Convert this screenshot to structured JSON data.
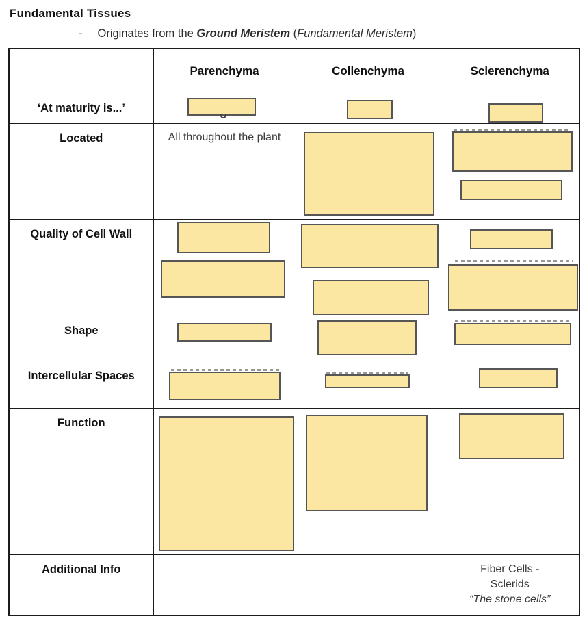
{
  "colors": {
    "highlight": "#FBE7A1",
    "highlight_border": "#565656",
    "grid": "#1C1C1C",
    "text": "#353535"
  },
  "title": "Fundamental Tissues",
  "subtitle": {
    "dash": "-",
    "prefix": "Originates from the ",
    "emphasis": "Ground Meristem",
    "paren_open": " (",
    "paren_italic": "Fundamental Meristem",
    "paren_close": ")"
  },
  "table": {
    "headers": {
      "parenchyma": "Parenchyma",
      "collenchyma": "Collenchyma",
      "sclerenchyma": "Sclerenchyma"
    },
    "row_labels": {
      "maturity": "‘At maturity is...’",
      "located": "Located",
      "quality": "Quality of Cell Wall",
      "shape": "Shape",
      "intercellular": "Intercellular Spaces",
      "function": "Function",
      "additional": "Additional Info"
    },
    "cells": {
      "located_parenchyma": "All throughout the plant",
      "additional_sclerenchyma_line1": "Fiber Cells -",
      "additional_sclerenchyma_line2": "Sclerids",
      "additional_sclerenchyma_line3": "“The stone cells”"
    }
  }
}
